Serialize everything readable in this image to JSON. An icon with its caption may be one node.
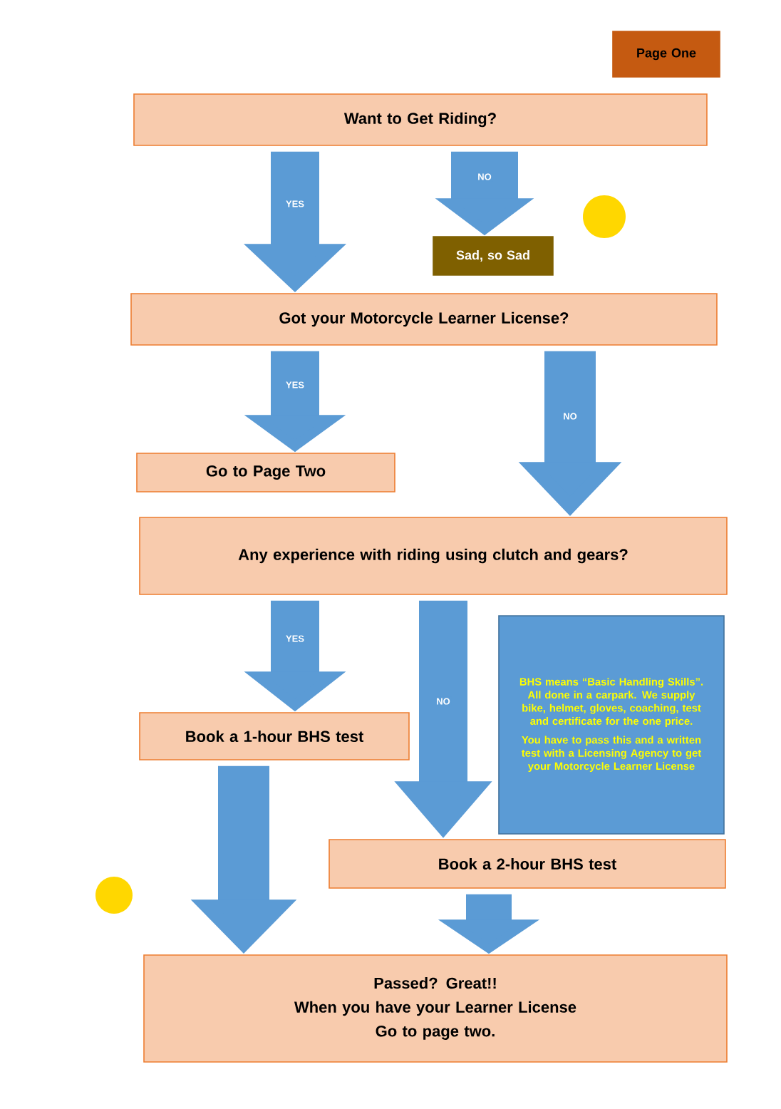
{
  "diagram": {
    "nodes": [
      {
        "text": [
          "Page One"
        ]
      },
      {
        "text": [
          "Want to Get Riding?"
        ]
      },
      {
        "text": [
          "Sad, so Sad"
        ]
      },
      {
        "text": [
          "Got your Motorcycle Learner License?"
        ]
      },
      {
        "text": [
          "Go to Page Two"
        ]
      },
      {
        "text": [
          "Any experience with riding using clutch and gears?"
        ]
      },
      {
        "text": [
          "Book a 1-hour BHS test"
        ]
      },
      {
        "text": [
          "BHS means “Basic Handling Skills”. All done in a carpark. We supply bike, helmet, gloves, coaching, test and certificate for the one price.",
          "You have to pass this and a written test with a Licensing Agency to get your Motorcycle Learner License"
        ]
      },
      {
        "text": [
          "Book a 2-hour BHS test"
        ]
      },
      {
        "text": [
          "Passed? Great!!",
          "When you have your Learner License",
          "Go to page two."
        ]
      }
    ],
    "edges": [
      {
        "from": 1,
        "to": 3,
        "arrow": "to",
        "label": "YES"
      },
      {
        "from": 1,
        "to": 2,
        "arrow": "to",
        "label": "NO"
      },
      {
        "from": 3,
        "to": 4,
        "arrow": "to",
        "label": "YES"
      },
      {
        "from": 3,
        "to": 5,
        "arrow": "to",
        "label": "NO"
      },
      {
        "from": 5,
        "to": 6,
        "arrow": "to",
        "label": "YES"
      },
      {
        "from": 5,
        "to": 8,
        "arrow": "to",
        "label": "NO"
      },
      {
        "from": 6,
        "to": 9,
        "arrow": "to"
      },
      {
        "from": 8,
        "to": 9,
        "arrow": "to"
      }
    ]
  }
}
